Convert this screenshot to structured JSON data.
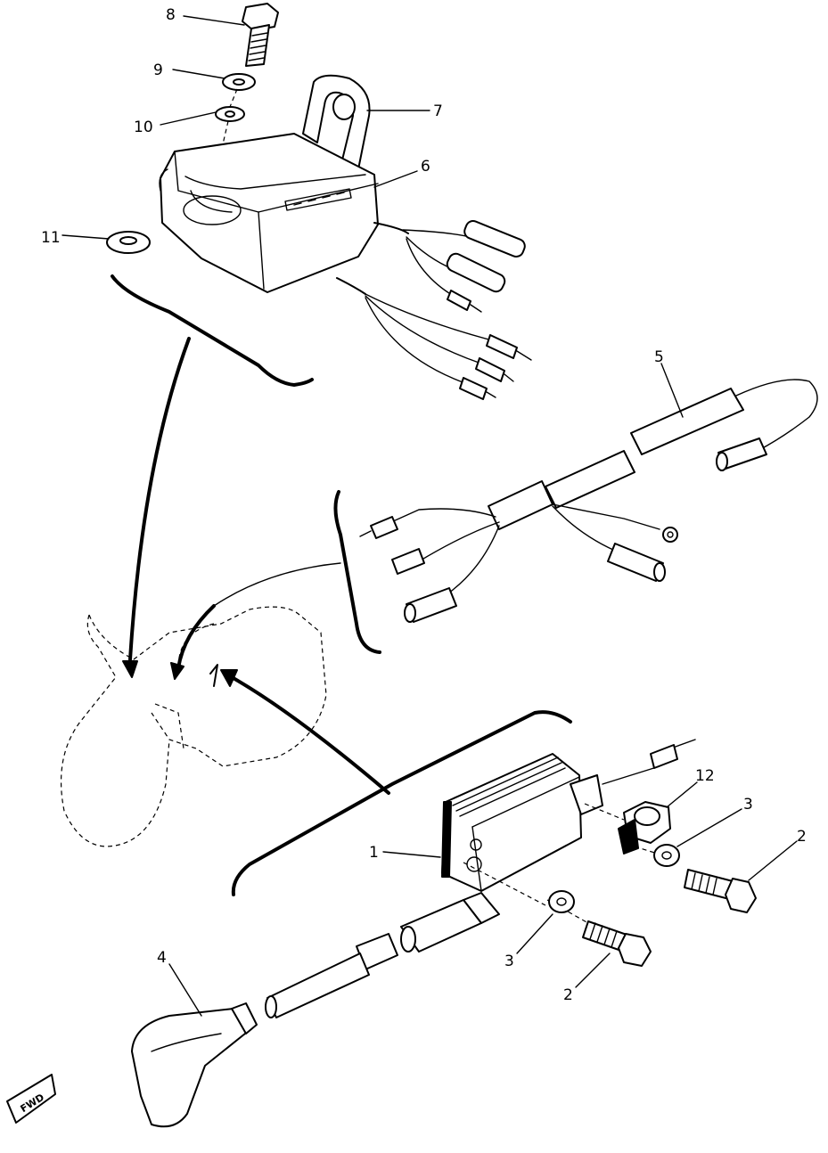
{
  "labels": {
    "l1": "1",
    "l2a": "2",
    "l2b": "2",
    "l3a": "3",
    "l3b": "3",
    "l4": "4",
    "l5": "5",
    "l6": "6",
    "l7": "7",
    "l8": "8",
    "l9": "9",
    "l10": "10",
    "l11": "11",
    "l12": "12"
  },
  "fwd_arrow": "FWD"
}
